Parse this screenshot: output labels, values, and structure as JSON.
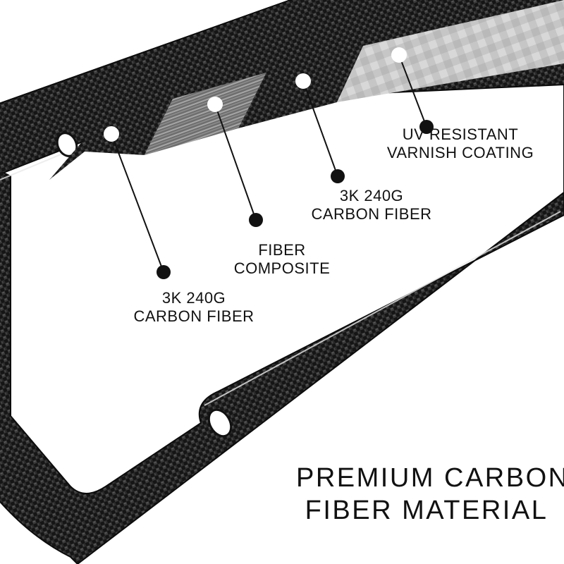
{
  "callouts": [
    {
      "id": "layer-3k-240g-bottom",
      "lines": [
        "3K 240G",
        "CARBON FIBER"
      ]
    },
    {
      "id": "layer-fiber-composite",
      "lines": [
        "FIBER",
        "COMPOSITE"
      ]
    },
    {
      "id": "layer-3k-240g-top",
      "lines": [
        "3K 240G",
        "CARBON FIBER"
      ]
    },
    {
      "id": "layer-uv-coating",
      "lines": [
        "UV RESISTANT",
        "VARNISH COATING"
      ]
    }
  ],
  "headline": {
    "line1": "PREMIUM CARBON",
    "line2": "FIBER MATERIAL"
  },
  "colors": {
    "carbon_dark": "#141414",
    "composite_gray": "#8c8c8c",
    "coating_light": "#c9c9c9",
    "text": "#111111",
    "background": "#ffffff"
  }
}
